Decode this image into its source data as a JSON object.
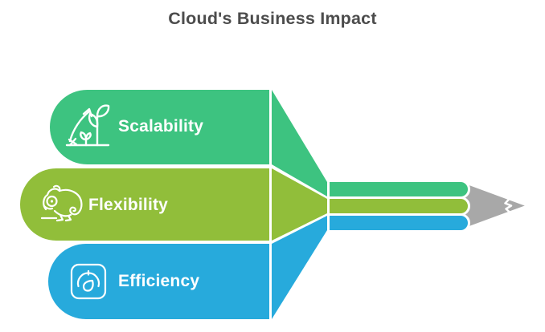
{
  "title": {
    "text": "Cloud's Business Impact",
    "color": "#4C4C4C"
  },
  "background": "#FFFFFF",
  "pencil": {
    "tip_color": "#A8A8A8",
    "outline_color": "#FFFFFF"
  },
  "items": [
    {
      "id": "scalability",
      "label": "Scalability",
      "icon": "plant-growth-icon",
      "color": "#3DC380",
      "text_color": "#FFFFFF"
    },
    {
      "id": "flexibility",
      "label": "Flexibility",
      "icon": "chameleon-icon",
      "color": "#91BE3A",
      "text_color": "#FFFFFF"
    },
    {
      "id": "efficiency",
      "label": "Efficiency",
      "icon": "gauge-icon",
      "color": "#27AADC",
      "text_color": "#FFFFFF"
    }
  ]
}
